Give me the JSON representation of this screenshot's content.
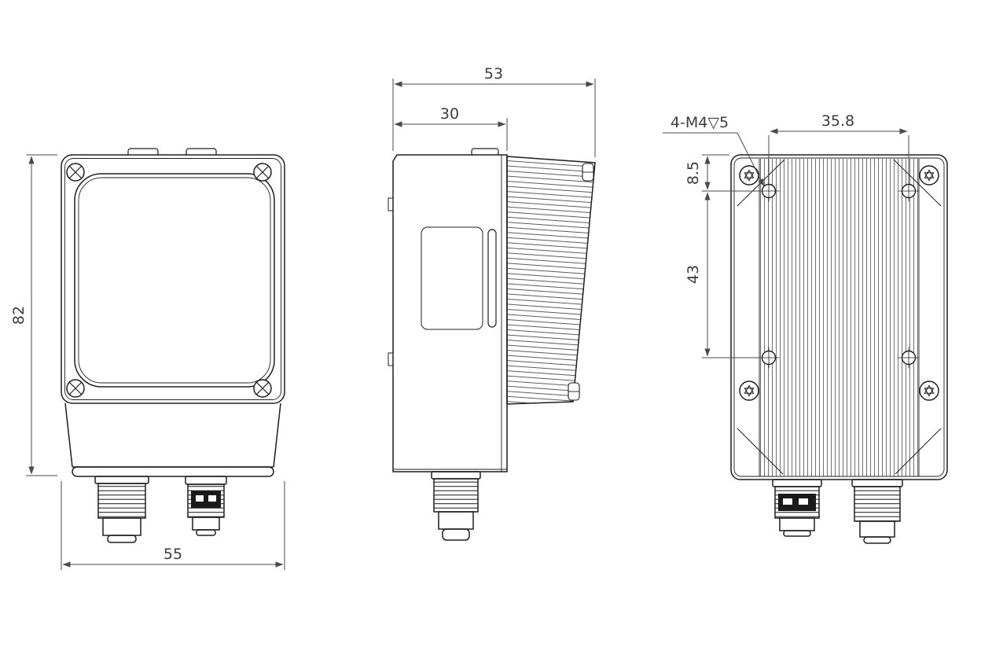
{
  "drawing": {
    "front_view": {
      "height_dim": "82",
      "width_dim": "55"
    },
    "side_view": {
      "overall_depth_dim": "53",
      "body_depth_dim": "30"
    },
    "back_view": {
      "mounting_thread_note": "4-M4▽5",
      "hole_spacing_horizontal_dim": "35.8",
      "top_hole_offset_dim": "8.5",
      "hole_spacing_vertical_dim": "43"
    },
    "colors": {
      "line": "#1f1f1f",
      "dimension": "#4a4a4a",
      "background": "#ffffff"
    }
  }
}
